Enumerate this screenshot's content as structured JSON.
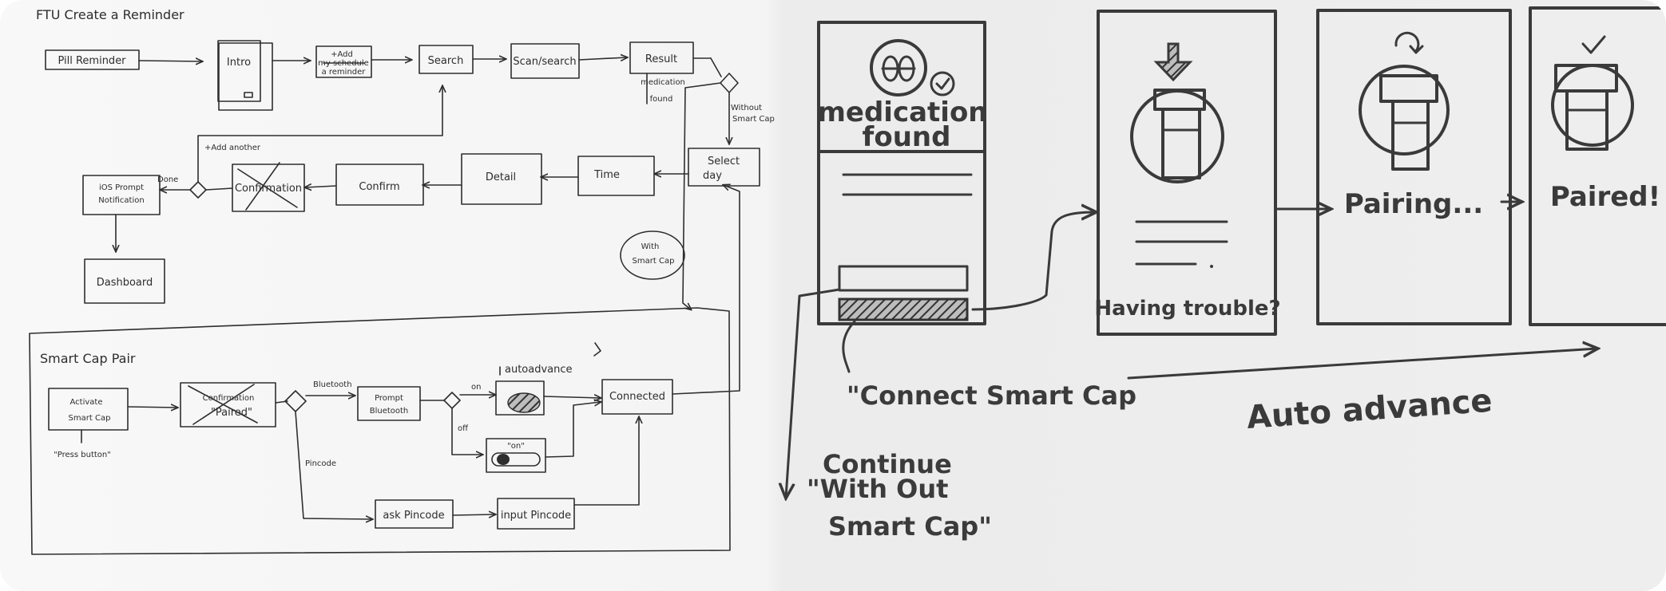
{
  "flow": {
    "title": "FTU Create a Reminder",
    "nodes": {
      "pill_reminder": "Pill Reminder",
      "intro": "Intro",
      "add_reminder_top": "+Add",
      "add_reminder_struck": "my schedule",
      "add_reminder_bottom": "a reminder",
      "search": "Search",
      "scan_search": "Scan/search",
      "result": "Result",
      "select_day_top": "Select",
      "select_day_bottom": "day",
      "time": "Time",
      "detail": "Detail",
      "confirm": "Confirm",
      "confirmation": "Confirmation",
      "ios_prompt_top": "iOS Prompt",
      "ios_prompt_bottom": "Notification",
      "dashboard": "Dashboard"
    },
    "edge_labels": {
      "medication_found_top": "medication",
      "medication_found_bottom": "found",
      "without_smart_cap_top": "Without",
      "without_smart_cap_bottom": "Smart Cap",
      "with_smart_cap_top": "With",
      "with_smart_cap_bottom": "Smart Cap",
      "add_another": "+Add another",
      "done": "Done"
    }
  },
  "smart_cap_pair": {
    "title": "Smart Cap Pair",
    "activate_top": "Activate",
    "activate_bottom": "Smart Cap",
    "press_button": "\"Press button\"",
    "confirmation_struck": "Confirmation",
    "paired_quote": "\"Paired\"",
    "bluetooth": "Bluetooth",
    "prompt_bt_top": "Prompt",
    "prompt_bt_bottom": "Bluetooth",
    "on": "on",
    "off": "off",
    "auto_advance": "autoadvance",
    "on_quote": "\"on\"",
    "connected": "Connected",
    "pincode": "Pincode",
    "ask_pincode": "ask Pincode",
    "input_pincode": "input Pincode"
  },
  "wireframes": {
    "screen1_title_top": "medication",
    "screen1_title_bottom": "found",
    "screen2_link": "Having trouble?",
    "screen3_status": "Pairing...",
    "screen4_status": "Paired!",
    "note_connect": "\"Connect Smart Cap",
    "note_continue_l1": "Continue",
    "note_continue_l2": "\"With Out",
    "note_continue_l3": "Smart Cap\"",
    "note_auto_advance": "Auto advance"
  }
}
